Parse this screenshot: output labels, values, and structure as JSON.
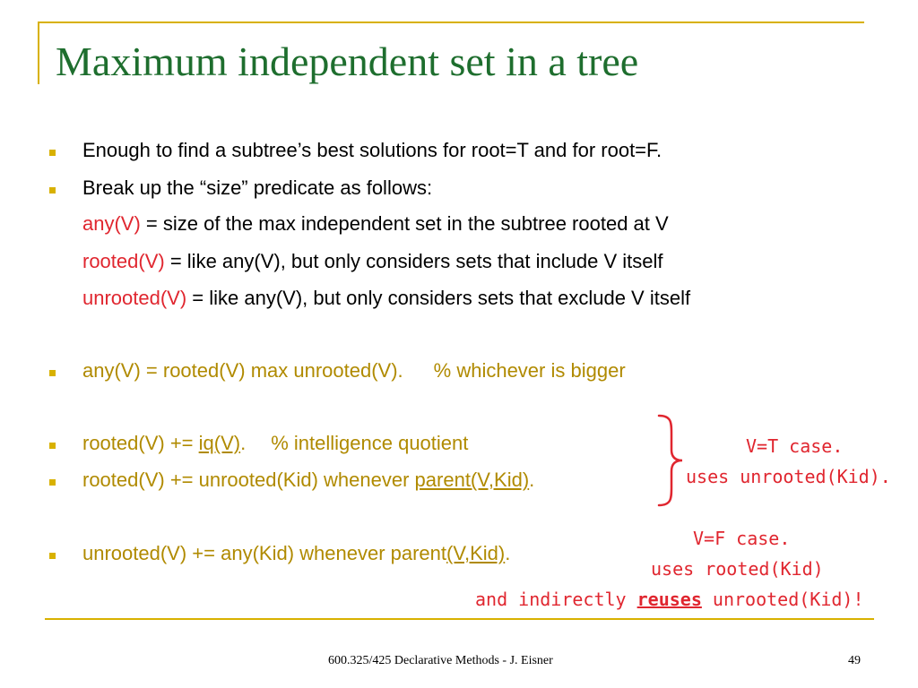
{
  "slide": {
    "title": "Maximum independent set in a tree",
    "bullet1": "Enough to find a subtree’s best solutions for root=T and for root=F.",
    "bullet2": "Break up the “size” predicate as follows:",
    "def_any_name": "any(V)",
    "def_any_text": " = size of the max independent set in the subtree rooted at V",
    "def_rooted_name": "rooted(V)",
    "def_rooted_text": " = like any(V), but only considers sets that include V itself",
    "def_unrooted_name": "unrooted(V)",
    "def_unrooted_text": " = like any(V), but only considers sets that exclude V itself",
    "bullet3_code": "any(V) = rooted(V) max unrooted(V).",
    "bullet3_comment": "% whichever is bigger",
    "bullet4_pre": "rooted(V) += ",
    "bullet4_link": "iq(V)",
    "bullet4_post": ".",
    "bullet4_comment": "% intelligence quotient",
    "bullet5_pre": "rooted(V) += unrooted(Kid) whenever ",
    "bullet5_link": "parent(V,Kid)",
    "bullet5_post": ".",
    "bullet6_pre": "unrooted(V) += any(Kid) whenever parent",
    "bullet6_link": "(V,Kid)",
    "bullet6_post": "."
  },
  "annotations": {
    "vt_line1": "V=T case.",
    "vt_line2": "uses unrooted(Kid).",
    "vf_line1": "V=F case.",
    "vf_line2": "uses rooted(Kid)",
    "vf_line3_pre": "and indirectly ",
    "vf_line3_bold": "reuses",
    "vf_line3_post": " unrooted(Kid)!"
  },
  "footer": {
    "course": "600.325/425 Declarative Methods - J. Eisner",
    "page_number": "49"
  },
  "colors": {
    "title": "#1e6e2e",
    "accent": "#d8b100",
    "red": "#e0262f",
    "olive": "#b08a00"
  }
}
